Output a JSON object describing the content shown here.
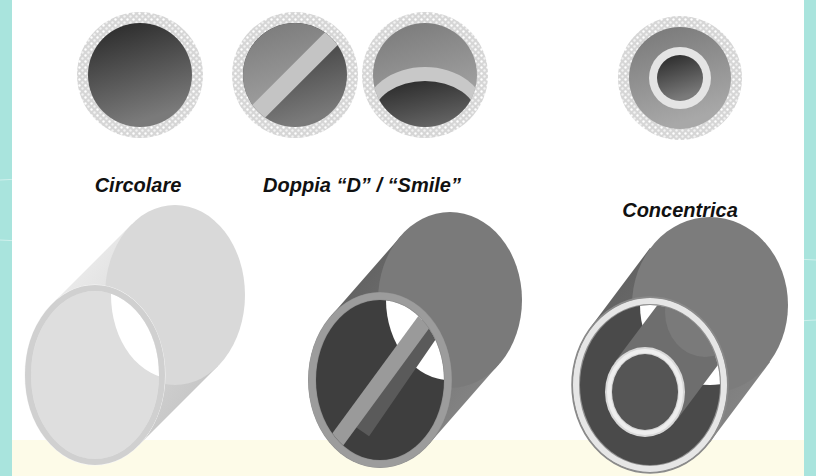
{
  "diagram": {
    "labels": [
      "Circolare",
      "Doppia “D” / “Smile”",
      "Concentrica"
    ]
  }
}
